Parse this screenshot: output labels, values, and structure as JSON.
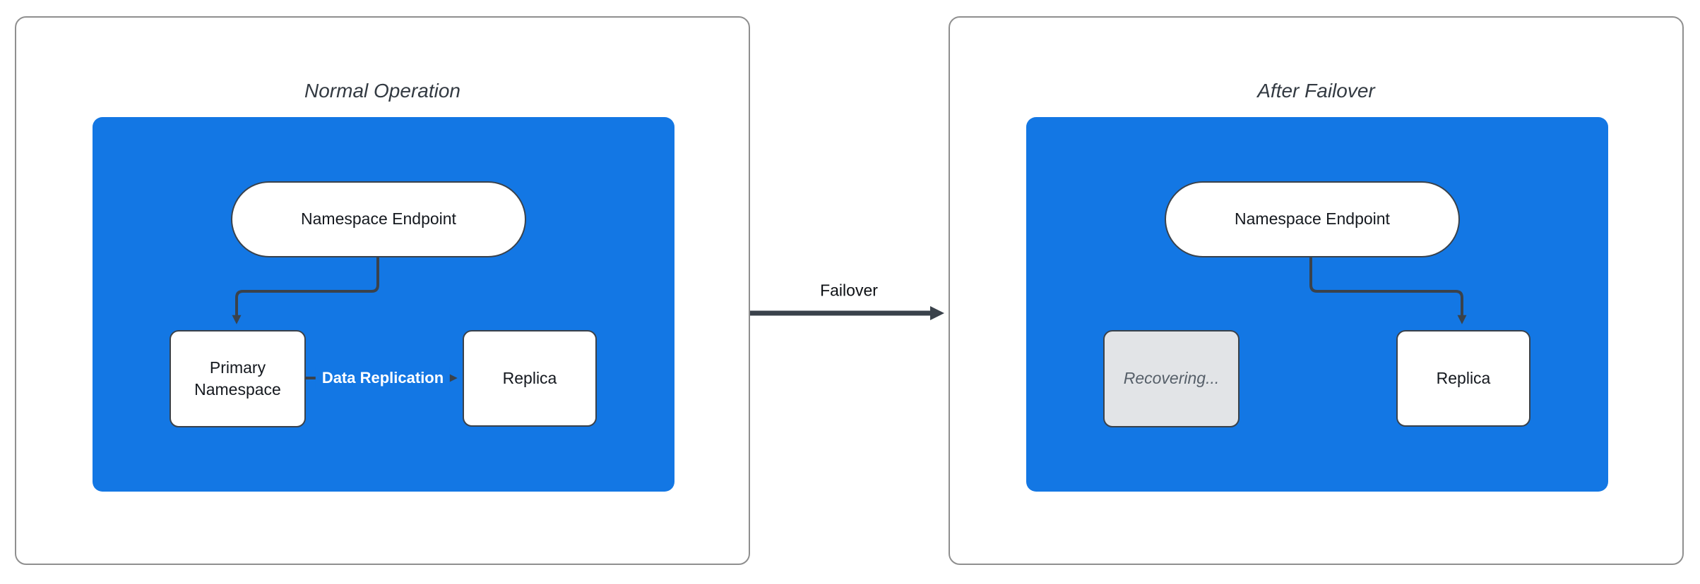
{
  "panels": [
    {
      "title": "Normal Operation",
      "nodes": {
        "endpoint": "Namespace Endpoint",
        "primary": "Primary Namespace",
        "replica": "Replica"
      },
      "edge_label": "Data Replication"
    },
    {
      "title": "After Failover",
      "nodes": {
        "endpoint": "Namespace Endpoint",
        "recovering": "Recovering...",
        "replica": "Replica"
      }
    }
  ],
  "failover_edge": {
    "label": "Failover"
  },
  "colors": {
    "zone_blue": "#1377e4",
    "stroke_dark": "#3a424b",
    "node_fill": "#ffffff",
    "recovering_fill": "#e2e4e7",
    "recovering_text": "#565f69",
    "edge_label_text": "#ffffff"
  }
}
